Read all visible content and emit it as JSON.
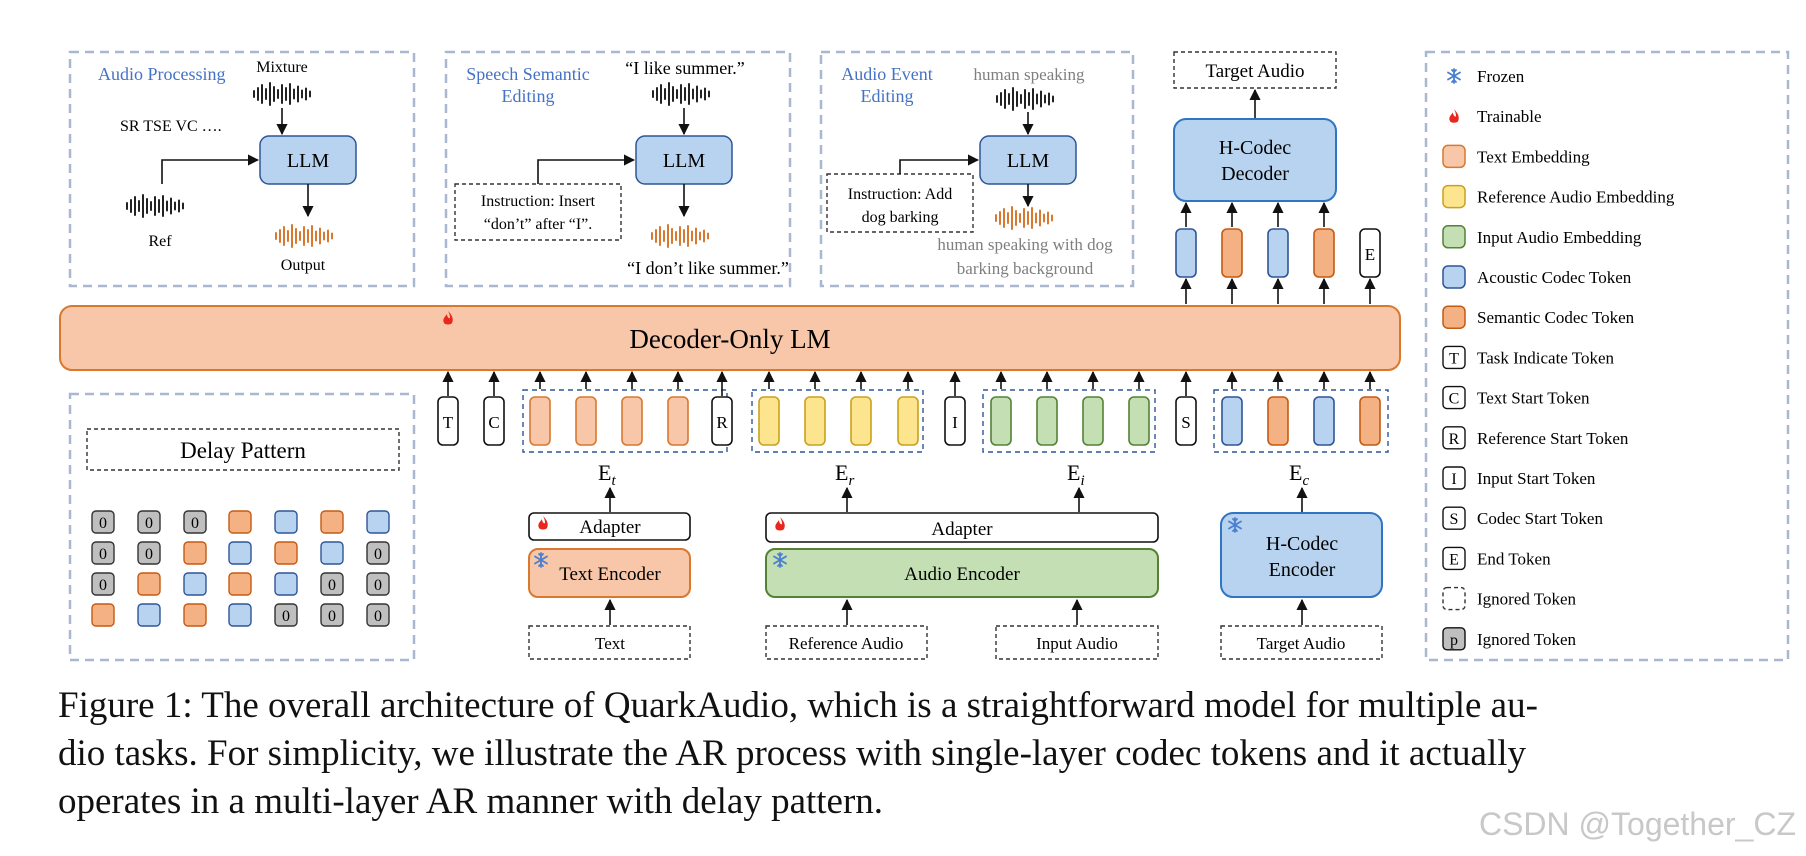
{
  "colors": {
    "panel_border": "#a9b7cf",
    "blue_label": "#4472c4",
    "gray_label": "#7f7f7f",
    "lm_fill": "#f8c6a8",
    "lm_stroke": "#d9782f",
    "text_emb": "#f8c6a8",
    "ref_emb": "#fde58f",
    "input_emb": "#c4dfb3",
    "acoustic": "#b7d3ef",
    "semantic": "#f4b183",
    "zero_token": "#bfbfbf",
    "flame": "#e8281e",
    "snow": "#4a7fd0"
  },
  "panels": {
    "audio_processing": {
      "title": "Audio Processing",
      "mixture": "Mixture",
      "tasks": "SR TSE VC ….",
      "llm": "LLM",
      "ref": "Ref",
      "output": "Output"
    },
    "speech_editing": {
      "title_line1": "Speech Semantic",
      "title_line2": "Editing",
      "input_quote": "“I like summer.”",
      "llm": "LLM",
      "instruction_line1": "Instruction: Insert",
      "instruction_line2": "“don’t” after “I”.",
      "output_quote": "“I don’t like summer.”"
    },
    "audio_event": {
      "title_line1": "Audio Event",
      "title_line2": "Editing",
      "input_label": "human speaking",
      "llm": "LLM",
      "instruction_line1": "Instruction: Add",
      "instruction_line2": "dog barking",
      "output_line1": "human speaking with dog",
      "output_line2": "barking background"
    },
    "delay_pattern": {
      "title": "Delay Pattern",
      "zero_label": "0",
      "rows": [
        [
          "z",
          "z",
          "z",
          "s",
          "a",
          "s",
          "a"
        ],
        [
          "z",
          "z",
          "s",
          "a",
          "s",
          "a",
          "z"
        ],
        [
          "z",
          "s",
          "a",
          "s",
          "a",
          "z",
          "z"
        ],
        [
          "s",
          "a",
          "s",
          "a",
          "z",
          "z",
          "z"
        ]
      ]
    }
  },
  "main": {
    "target_audio_top": "Target Audio",
    "hcodec_decoder_line1": "H-Codec",
    "hcodec_decoder_line2": "Decoder",
    "decoder_lm": "Decoder-Only LM",
    "output_tokens": [
      "acoustic",
      "semantic",
      "acoustic",
      "semantic"
    ],
    "end_token": "E",
    "special_tokens": {
      "task": "T",
      "text_start": "C",
      "ref_start": "R",
      "input_start": "I",
      "codec_start": "S"
    },
    "e_text": "E",
    "e_text_sub": "t",
    "e_ref": "E",
    "e_ref_sub": "r",
    "e_input": "E",
    "e_input_sub": "i",
    "e_codec": "E",
    "e_codec_sub": "c",
    "adapter_text": "Adapter",
    "adapter_audio": "Adapter",
    "text_encoder": "Text Encoder",
    "audio_encoder": "Audio Encoder",
    "hcodec_encoder_line1": "H-Codec",
    "hcodec_encoder_line2": "Encoder",
    "input_text": "Text",
    "input_reference_audio": "Reference Audio",
    "input_input_audio": "Input Audio",
    "input_target_audio": "Target Audio"
  },
  "legend": [
    {
      "kind": "snow",
      "label": "Frozen"
    },
    {
      "kind": "flame",
      "label": "Trainable"
    },
    {
      "kind": "text_emb",
      "label": "Text Embedding"
    },
    {
      "kind": "ref_emb",
      "label": "Reference Audio Embedding"
    },
    {
      "kind": "input_emb",
      "label": "Input Audio Embedding"
    },
    {
      "kind": "acoustic",
      "label": "Acoustic Codec Token"
    },
    {
      "kind": "semantic",
      "label": "Semantic Codec Token"
    },
    {
      "kind": "letter",
      "letter": "T",
      "label": "Task Indicate Token"
    },
    {
      "kind": "letter",
      "letter": "C",
      "label": "Text Start Token"
    },
    {
      "kind": "letter",
      "letter": "R",
      "label": "Reference Start Token"
    },
    {
      "kind": "letter",
      "letter": "I",
      "label": "Input Start Token"
    },
    {
      "kind": "letter",
      "letter": "S",
      "label": "Codec Start Token"
    },
    {
      "kind": "letter",
      "letter": "E",
      "label": "End Token"
    },
    {
      "kind": "dashed",
      "label": "Ignored Token"
    },
    {
      "kind": "pbox",
      "letter": "p",
      "label": "Ignored Token"
    }
  ],
  "caption": {
    "line1": "Figure 1: The overall architecture of QuarkAudio, which is a straightforward model for multiple au-",
    "line2": "dio tasks. For simplicity, we illustrate the AR process with single-layer codec tokens and it actually",
    "line3": "operates in a multi-layer AR manner with delay pattern."
  },
  "watermark": "CSDN @Together_CZ"
}
